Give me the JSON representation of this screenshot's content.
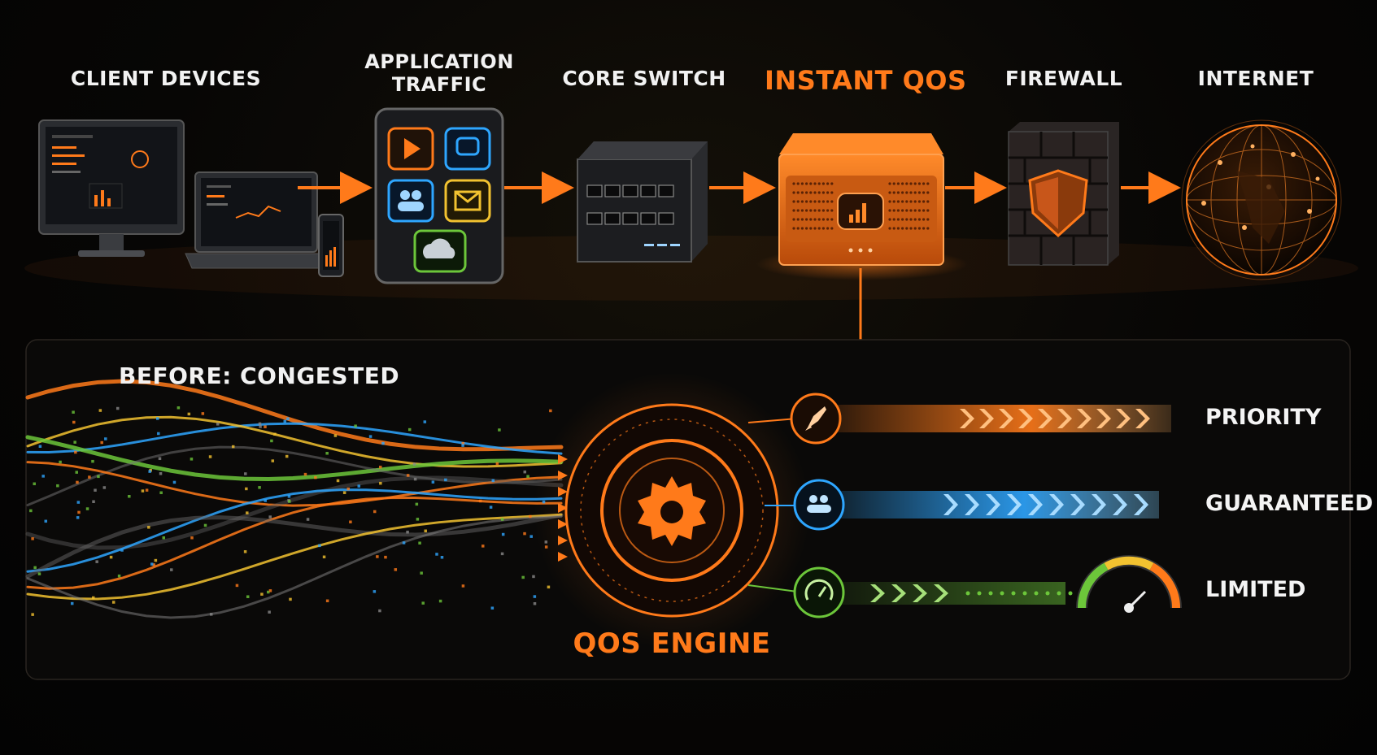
{
  "flow": {
    "stages": [
      {
        "id": "client",
        "label": "CLIENT DEVICES"
      },
      {
        "id": "apps",
        "label": "APPLICATION TRAFFIC"
      },
      {
        "id": "switch",
        "label": "CORE SWITCH"
      },
      {
        "id": "qos",
        "label": "INSTANT QOS",
        "highlight": true
      },
      {
        "id": "firewall",
        "label": "FIREWALL"
      },
      {
        "id": "internet",
        "label": "INTERNET"
      }
    ]
  },
  "panel": {
    "before_label": "BEFORE: CONGESTED",
    "engine_label": "QOS ENGINE",
    "tiers": [
      {
        "label": "PRIORITY",
        "color": "#ff7a1a",
        "icon": "rocket-icon"
      },
      {
        "label": "GUARANTEED",
        "color": "#2ea6ff",
        "icon": "users-icon"
      },
      {
        "label": "LIMITED",
        "color": "#6cc63a",
        "icon": "speedometer-icon"
      }
    ]
  },
  "app_icons": [
    "play-icon",
    "chat-icon",
    "users-icon",
    "mail-icon",
    "cloud-icon"
  ],
  "colors": {
    "accent": "#ff7a1a",
    "blue": "#2ea6ff",
    "green": "#6cc63a",
    "yellow": "#f2c230"
  }
}
